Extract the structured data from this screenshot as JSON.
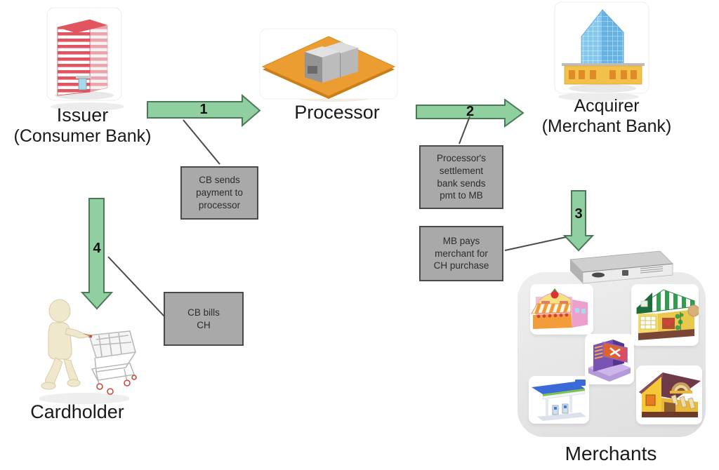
{
  "colors": {
    "background": "#ffffff",
    "arrow_fill": "#90cfa0",
    "arrow_stroke": "#4c7a58",
    "note_fill": "#a9a9a9",
    "note_stroke": "#4a4a4a",
    "note_text": "#2d2d2d",
    "label_text": "#1a1a1a",
    "panel_fill": "#e7e7e7",
    "connector": "#4a4a4a"
  },
  "nodes": {
    "issuer": {
      "label": "Issuer",
      "sublabel": "(Consumer Bank)"
    },
    "processor": {
      "label": "Processor"
    },
    "acquirer": {
      "label": "Acquirer",
      "sublabel": "(Merchant Bank)"
    },
    "cardholder": {
      "label": "Cardholder"
    },
    "merchants": {
      "label": "Merchants"
    }
  },
  "steps": {
    "one": {
      "number": "1",
      "note": "CB sends\npayment to\nprocessor"
    },
    "two": {
      "number": "2",
      "note": "Processor's\nsettlement\nbank sends\npmt to MB"
    },
    "three": {
      "number": "3",
      "note": "MB pays\nmerchant for\nCH purchase"
    },
    "four": {
      "number": "4",
      "note": "CB bills\nCH"
    }
  },
  "icons": {
    "issuer": "red-office-building-icon",
    "processor": "servers-on-platform-icon",
    "acquirer": "blue-glass-tower-icon",
    "cardholder": "figure-with-shopping-cart-icon",
    "merchant_terminal": "network-router-icon",
    "merchant_stores": [
      "fruit-store-icon",
      "grocery-store-icon",
      "music-store-icon",
      "gas-station-icon",
      "cafe-house-icon"
    ]
  }
}
